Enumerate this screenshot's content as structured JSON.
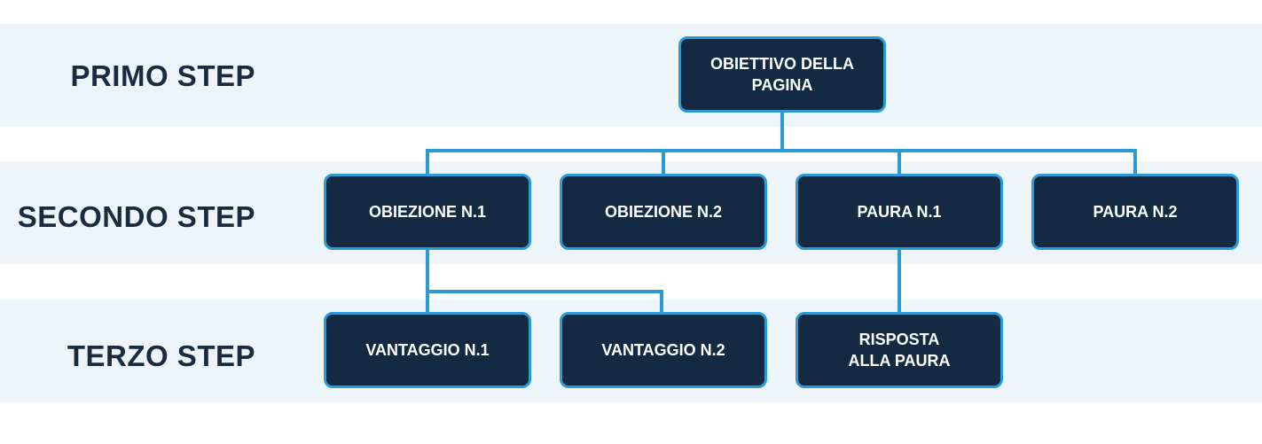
{
  "colors": {
    "band_background": "#edf5fb",
    "node_fill": "#142a42",
    "node_border": "#2b9bd6",
    "connector": "#2b9bd6",
    "label_text": "#1a2b40",
    "node_text": "#ffffff"
  },
  "steps": {
    "first": "PRIMO STEP",
    "second": "SECONDO STEP",
    "third": "TERZO STEP"
  },
  "nodes": {
    "goal": "OBIETTIVO DELLA\nPAGINA",
    "objection_1": "OBIEZIONE N.1",
    "objection_2": "OBIEZIONE N.2",
    "fear_1": "PAURA N.1",
    "fear_2": "PAURA N.2",
    "advantage_1": "VANTAGGIO N.1",
    "advantage_2": "VANTAGGIO N.2",
    "fear_answer": "RISPOSTA\nALLA PAURA"
  }
}
